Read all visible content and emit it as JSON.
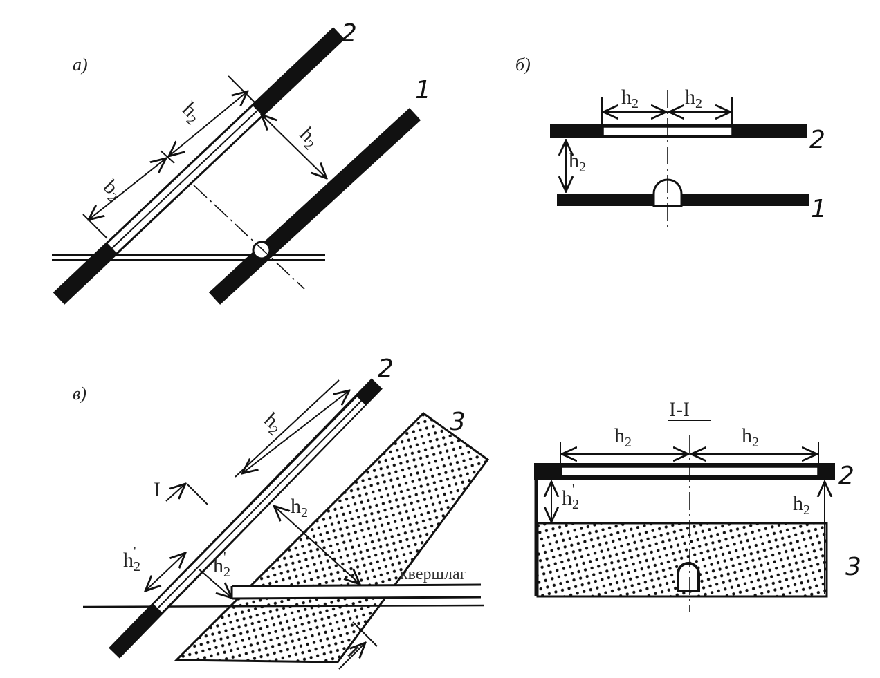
{
  "panels": {
    "a": "а)",
    "b": "б)",
    "v": "в)"
  },
  "numbers": {
    "seam_1": "1",
    "seam_2": "2",
    "zone_3": "3"
  },
  "dims": {
    "h": "h",
    "b": "b",
    "sub": "2",
    "prime": "'"
  },
  "section_title": "I-I",
  "section_mark": "I",
  "crosscut_label": "квершлаг",
  "colors": {
    "ink": "#111111",
    "background": "#ffffff"
  }
}
